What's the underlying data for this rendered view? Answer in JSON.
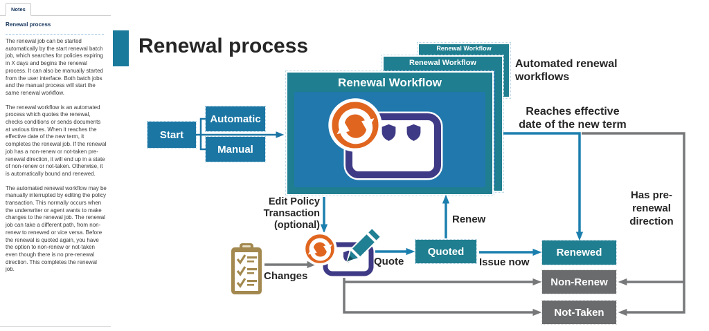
{
  "sidebar": {
    "tab_label": "Notes",
    "heading": "Renewal process",
    "paragraphs": [
      "The renewal job can be started automatically by the start renewal batch job, which searches for policies expiring in X days and begins the renewal process. It can also be manually started from the user interface. Both batch jobs and the manual process will start the same renewal workflow.",
      "The renewal workflow is an automated process which quotes the renewal, checks conditions or sends documents at various times. When it reaches the effective date of the new term, it completes the renewal job. If the renewal job has a non-renew or not-taken pre-renewal direction, it will end up in a state of non-renew or not-taken. Otherwise, it is automatically bound and renewed.",
      "The automated renewal workflow may be manually interrupted by editing the policy transaction. This normally occurs when the underwriter or agent wants to make changes to the renewal job. The renewal job can take a different path, from non-renew to renewed or vice versa. Before the renewal is quoted again, you have the option to non-renew or not-taken even though there is no pre-renewal direction. This completes the renewal job."
    ]
  },
  "header": {
    "title": "Renewal process"
  },
  "workflow": {
    "main_box_title": "Renewal Workflow",
    "stacked_box_titles": [
      "Renewal Workflow",
      "Renewal Workflow"
    ]
  },
  "nodes": {
    "start": "Start",
    "automatic": "Automatic",
    "manual": "Manual",
    "quoted": "Quoted",
    "renewed": "Renewed",
    "non_renew": "Non-Renew",
    "not_taken": "Not-Taken"
  },
  "edge_labels": {
    "quote": "Quote",
    "issue_now": "Issue now",
    "renew": "Renew",
    "changes": "Changes"
  },
  "annotations": {
    "edit_policy": [
      "Edit Policy",
      "Transaction",
      "(optional)"
    ],
    "automated_workflows": [
      "Automated renewal",
      "workflows"
    ],
    "reaches_effective": [
      "Reaches effective",
      "date of the new term"
    ],
    "has_pre_renewal": [
      "Has pre-",
      "renewal",
      "direction"
    ]
  },
  "icons": {
    "renewal_sync": "circular-sync-arrows",
    "policy_document": "card-with-shields",
    "shield": "shield",
    "edit_pencil": "pencil",
    "changes_clipboard": "clipboard-checklist"
  },
  "colors": {
    "teal_box": "#1f7e8f",
    "panel_blue": "#2178ad",
    "flow_blue": "#1b76a4",
    "arrow_blue": "#1b7fae",
    "gray_box": "#6a6b6d",
    "arrow_gray": "#77787a",
    "orange": "#e0651f",
    "purple": "#3f3a85",
    "pencil_teal": "#1f7f93",
    "clipboard_tan": "#a3894f"
  }
}
